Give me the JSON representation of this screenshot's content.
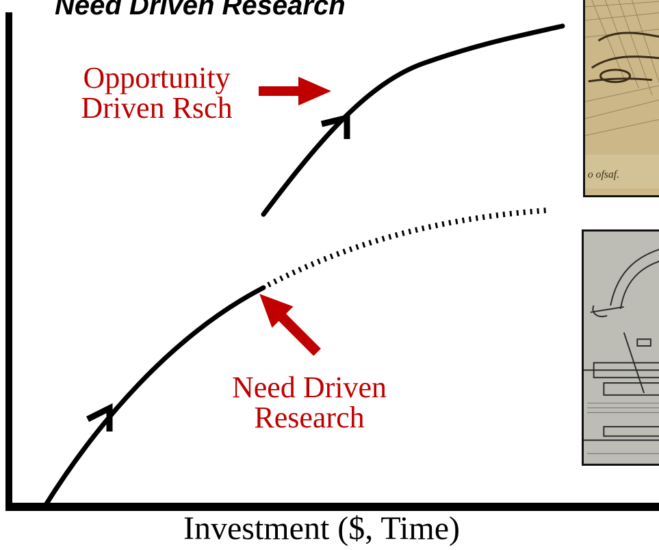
{
  "slide": {
    "title": "Need Driven Research",
    "opportunity_label": [
      "Opportunity",
      "Driven Rsch"
    ],
    "need_label": [
      "Need Driven",
      "Research"
    ],
    "x_axis_label": "Investment ($, Time)"
  },
  "colors": {
    "accent": "#c00000",
    "curve": "#000000",
    "background": "#ffffff"
  },
  "images": [
    {
      "name": "sketch-top",
      "description_text": "o ofsaf."
    },
    {
      "name": "sketch-bottom"
    }
  ]
}
